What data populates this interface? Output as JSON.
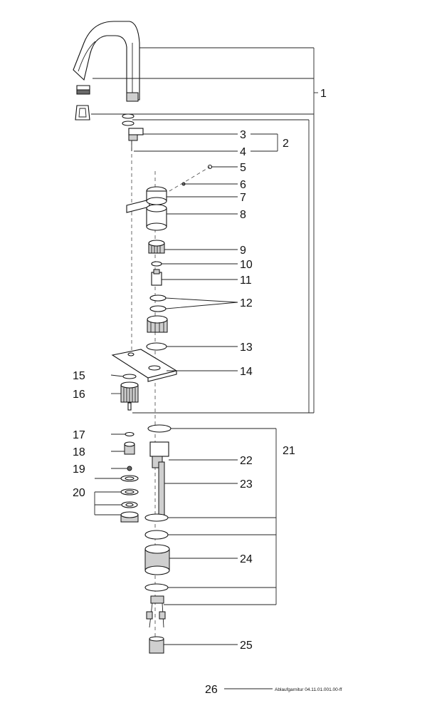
{
  "callouts": {
    "c1": "1",
    "c2": "2",
    "c3": "3",
    "c4": "4",
    "c5": "5",
    "c6": "6",
    "c7": "7",
    "c8": "8",
    "c9": "9",
    "c10": "10",
    "c11": "11",
    "c12": "12",
    "c13": "13",
    "c14": "14",
    "c15": "15",
    "c16": "16",
    "c17": "17",
    "c18": "18",
    "c19": "19",
    "c20": "20",
    "c21": "21",
    "c22": "22",
    "c23": "23",
    "c24": "24",
    "c25": "25",
    "c26": "26"
  },
  "footnote": "Ablaufgarnitur 04.11.01.001.00-ff"
}
